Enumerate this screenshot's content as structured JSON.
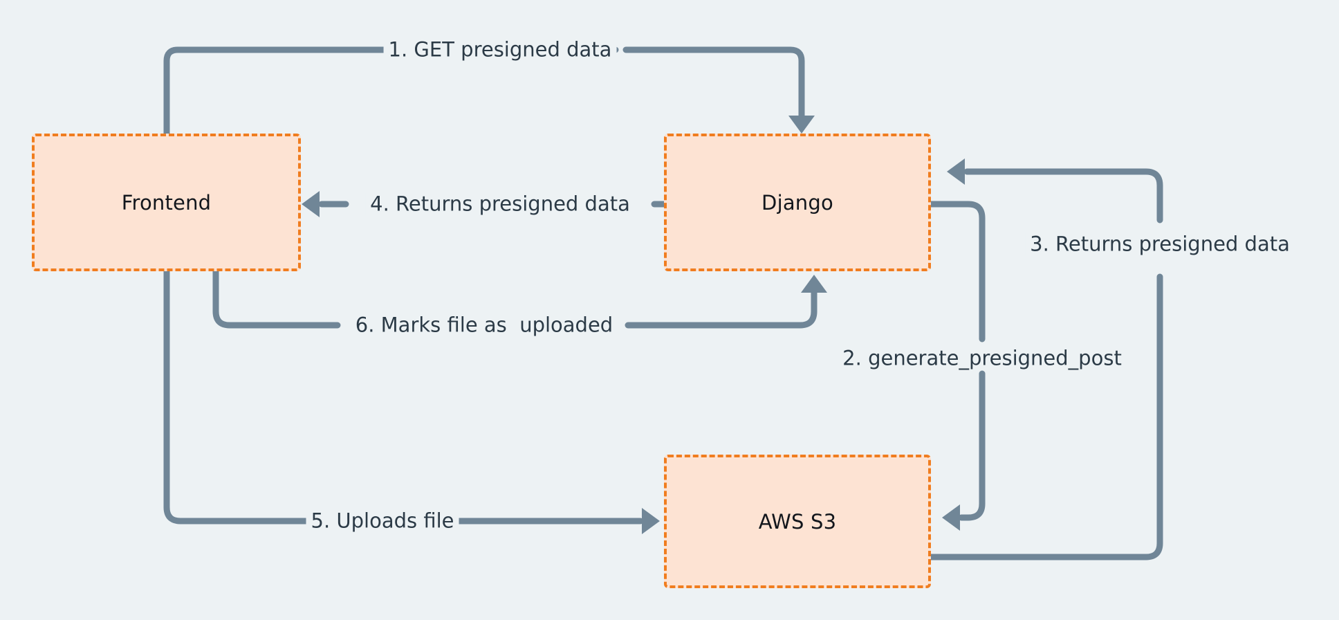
{
  "diagram": {
    "title": "Presigned S3 upload flow",
    "type": "flowchart",
    "background_color": "#edf2f4",
    "node_fill_color": "#fde3d3",
    "node_border_color": "#f07d1f",
    "edge_color": "#708697",
    "label_text_color": "#2b3a46",
    "node_text_color": "#12161c"
  },
  "nodes": [
    {
      "id": "frontend",
      "label": "Frontend"
    },
    {
      "id": "django",
      "label": "Django"
    },
    {
      "id": "s3",
      "label": "AWS S3"
    }
  ],
  "edges": [
    {
      "id": "e1",
      "step": "1",
      "label": "1. GET presigned data",
      "from": "frontend",
      "to": "django",
      "direction": "down"
    },
    {
      "id": "e2",
      "step": "2",
      "label": "2. generate_presigned_post",
      "from": "django",
      "to": "s3",
      "direction": "left"
    },
    {
      "id": "e3",
      "step": "3",
      "label": "3. Returns presigned data",
      "from": "s3",
      "to": "django",
      "direction": "left"
    },
    {
      "id": "e4",
      "step": "4",
      "label": "4. Returns presigned data",
      "from": "django",
      "to": "frontend",
      "direction": "left"
    },
    {
      "id": "e5",
      "step": "5",
      "label": "5. Uploads file",
      "from": "frontend",
      "to": "s3",
      "direction": "right"
    },
    {
      "id": "e6",
      "step": "6",
      "label": "6. Marks file as  uploaded",
      "from": "frontend",
      "to": "django",
      "direction": "up"
    }
  ]
}
